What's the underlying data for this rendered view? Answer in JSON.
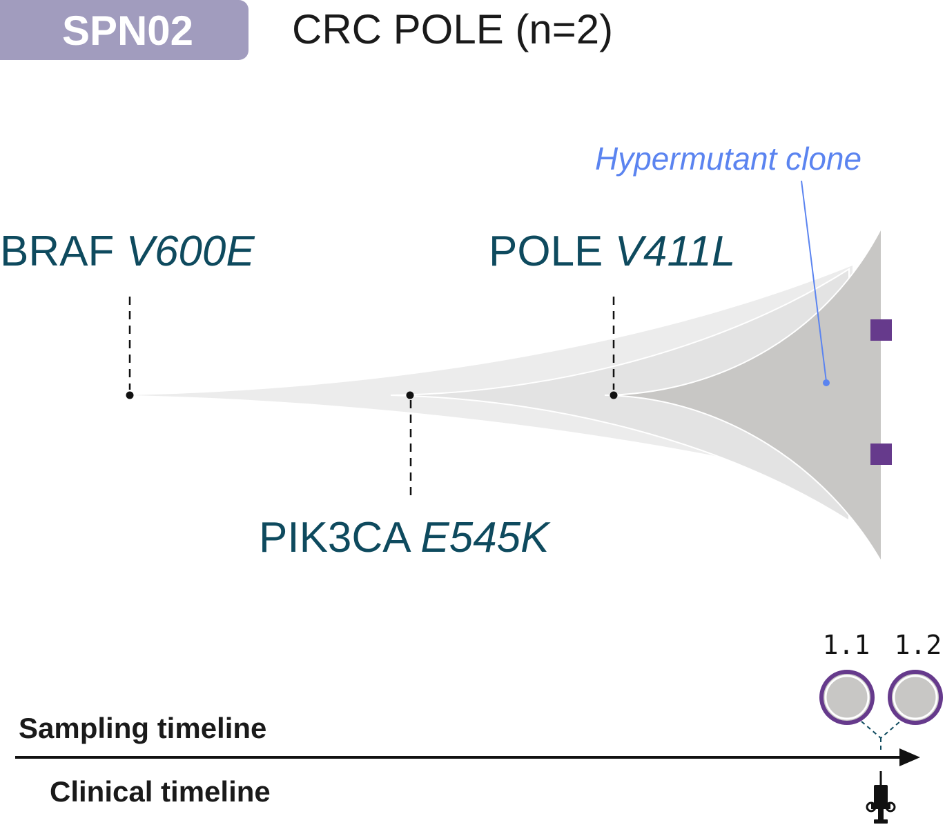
{
  "header": {
    "patient_id": "SPN02",
    "title": "CRC POLE (n=2)",
    "badge_color": "#a19cbe"
  },
  "mutations": [
    {
      "gene": "BRAF",
      "variant": "V600E"
    },
    {
      "gene": "PIK3CA",
      "variant": "E545K"
    },
    {
      "gene": "POLE",
      "variant": "V411L"
    }
  ],
  "clone_annotation": {
    "label": "Hypermutant clone",
    "color": "#5b84f0"
  },
  "samples": [
    {
      "label": "1.1"
    },
    {
      "label": "1.2"
    }
  ],
  "timeline": {
    "sampling_label": "Sampling timeline",
    "clinical_label": "Clinical timeline",
    "event_icon": "syringe-icon"
  },
  "colors": {
    "gene_text": "#0e4a5e",
    "sample_marker": "#663a8c",
    "clone_light": "#ececec",
    "clone_mid": "#e3e3e3",
    "clone_dark": "#c8c7c5"
  }
}
